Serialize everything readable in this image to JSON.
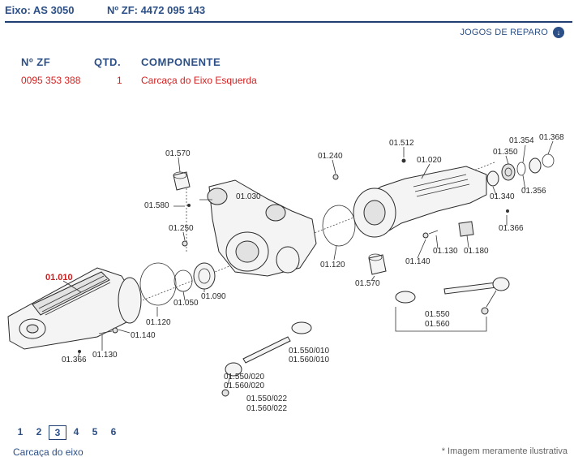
{
  "header": {
    "axle_label": "Eixo: AS 3050",
    "zf_label": "Nº ZF: 4472 095 143"
  },
  "repair_kits": {
    "label": "JOGOS DE REPARO",
    "icon": "circle-arrow-down-icon"
  },
  "table": {
    "headers": {
      "zf": "Nº ZF",
      "qty": "QTD.",
      "component": "COMPONENTE"
    },
    "row": {
      "zf": "0095 353 388",
      "qty": "1",
      "component": "Carcaça do Eixo Esquerda"
    }
  },
  "diagram": {
    "highlighted_part": "01.010",
    "labels": {
      "l_01570a": "01.570",
      "l_01580": "01.580",
      "l_01030": "01.030",
      "l_01250": "01.250",
      "l_01240": "01.240",
      "l_01512": "01.512",
      "l_01020": "01.020",
      "l_01350": "01.350",
      "l_01354": "01.354",
      "l_01368": "01.368",
      "l_01340": "01.340",
      "l_01356": "01.356",
      "l_01366a": "01.366",
      "l_01180": "01.180",
      "l_01130a": "01.130",
      "l_01140a": "01.140",
      "l_01120a": "01.120",
      "l_01570b": "01.570",
      "l_01010": "01.010",
      "l_01120b": "01.120",
      "l_01050": "01.050",
      "l_01090": "01.090",
      "l_01140b": "01.140",
      "l_01130b": "01.130",
      "l_01366b": "01.366",
      "l_01550": "01.550",
      "l_01560": "01.560",
      "l_0155010": "01.550/010",
      "l_0156010": "01.560/010",
      "l_0155020": "01.550/020",
      "l_0156020": "01.560/020",
      "l_0155022": "01.550/022",
      "l_0156022": "01.560/022"
    }
  },
  "pagination": {
    "pages": [
      "1",
      "2",
      "3",
      "4",
      "5",
      "6"
    ],
    "current": "3"
  },
  "footer": {
    "left": "Carcaça do eixo",
    "right": "* Imagem meramente ilustrativa"
  }
}
